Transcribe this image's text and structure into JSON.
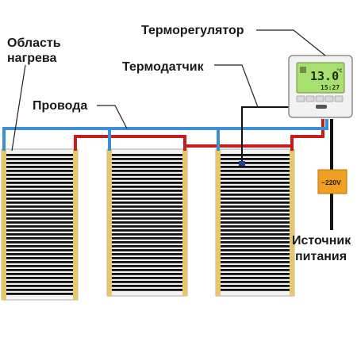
{
  "labels": {
    "heating_area_line1": "Область",
    "heating_area_line2": "нагрева",
    "thermostat": "Терморегулятор",
    "sensor": "Термодатчик",
    "wires": "Провода",
    "power_line1": "Источник",
    "power_line2": "питания"
  },
  "thermostat_display": {
    "temperature": "13.0",
    "unit": "°C",
    "time": "15:27"
  },
  "power_box": {
    "label": "~220V"
  },
  "colors": {
    "film_edge": "#e8c66a",
    "film_stripe": "#111111",
    "wire_blue": "#3a8fd6",
    "wire_red": "#c41e1e",
    "power_box": "#f0a020",
    "lcd_green": "#a8e070"
  }
}
